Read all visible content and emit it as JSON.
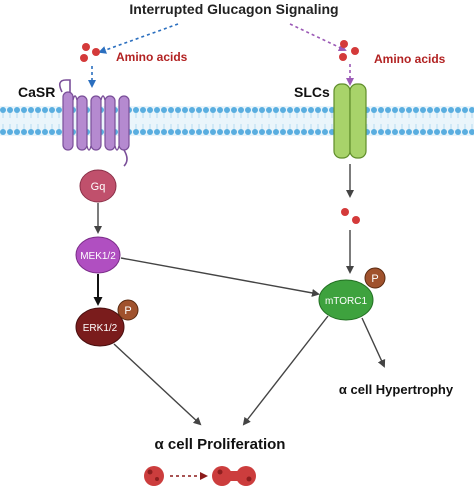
{
  "title": "Interrupted Glucagon Signaling",
  "labels": {
    "amino_left": "Amino acids",
    "amino_right": "Amino acids",
    "casr": "CaSR",
    "slcs": "SLCs",
    "gq": "Gq",
    "mek": "MEK1/2",
    "erk": "ERK1/2",
    "mtorc": "mTORC1",
    "p_erk": "P",
    "p_mtorc": "P",
    "hypertrophy": "α cell Hypertrophy",
    "proliferation": "α cell Proliferation"
  },
  "colors": {
    "amino_text": "#b22222",
    "dot": "#d43a3a",
    "casr": "#b58ad0",
    "casr_stroke": "#7a4f99",
    "slc": "#a8d36a",
    "slc_stroke": "#5f8d2a",
    "membrane_head": "#5aaee0",
    "membrane_tail": "#bfe0f2",
    "gq": "#c0506c",
    "mek": "#b04fc1",
    "erk": "#7a1c1c",
    "mtorc": "#3ea23e",
    "phospho": "#a0522d",
    "arrow": "#444444",
    "dashed_blue": "#2b6fbf",
    "dashed_purple": "#9b59b6",
    "dashed_red": "#8b1a1a",
    "cell": "#cc3d3d"
  }
}
